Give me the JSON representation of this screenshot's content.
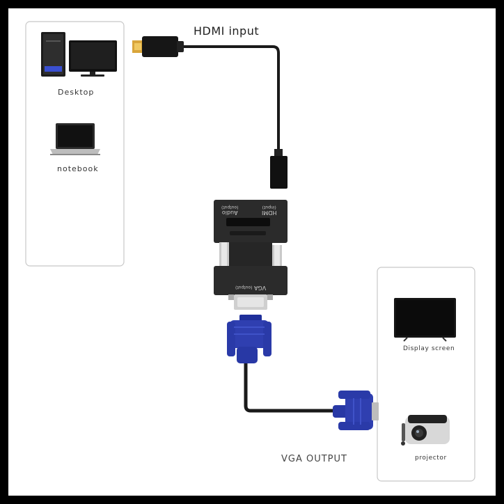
{
  "title_hdmi": "HDMI input",
  "title_vga": "VGA OUTPUT",
  "sources": {
    "desktop_label": "Desktop",
    "notebook_label": "notebook"
  },
  "outputs": {
    "display_label": "Display screen",
    "projector_label": "projector"
  },
  "adapter": {
    "hdmi_port_label": "HDMI",
    "hdmi_port_sub": "(input)",
    "audio_port_label": "Audio",
    "audio_port_sub": "(output)",
    "vga_port_label": "VGA",
    "vga_port_sub": "(output)"
  },
  "colors": {
    "frame": "#000000",
    "background": "#ffffff",
    "panel_border": "#c8c8c8",
    "cable": "#1a1a1a",
    "adapter_body": "#2b2b2b",
    "vga_connector": "#2f3fb0",
    "hdmi_gold": "#d9a53a"
  },
  "icons": [
    "desktop-tower-icon",
    "monitor-icon",
    "laptop-icon",
    "tv-screen-icon",
    "projector-icon"
  ]
}
